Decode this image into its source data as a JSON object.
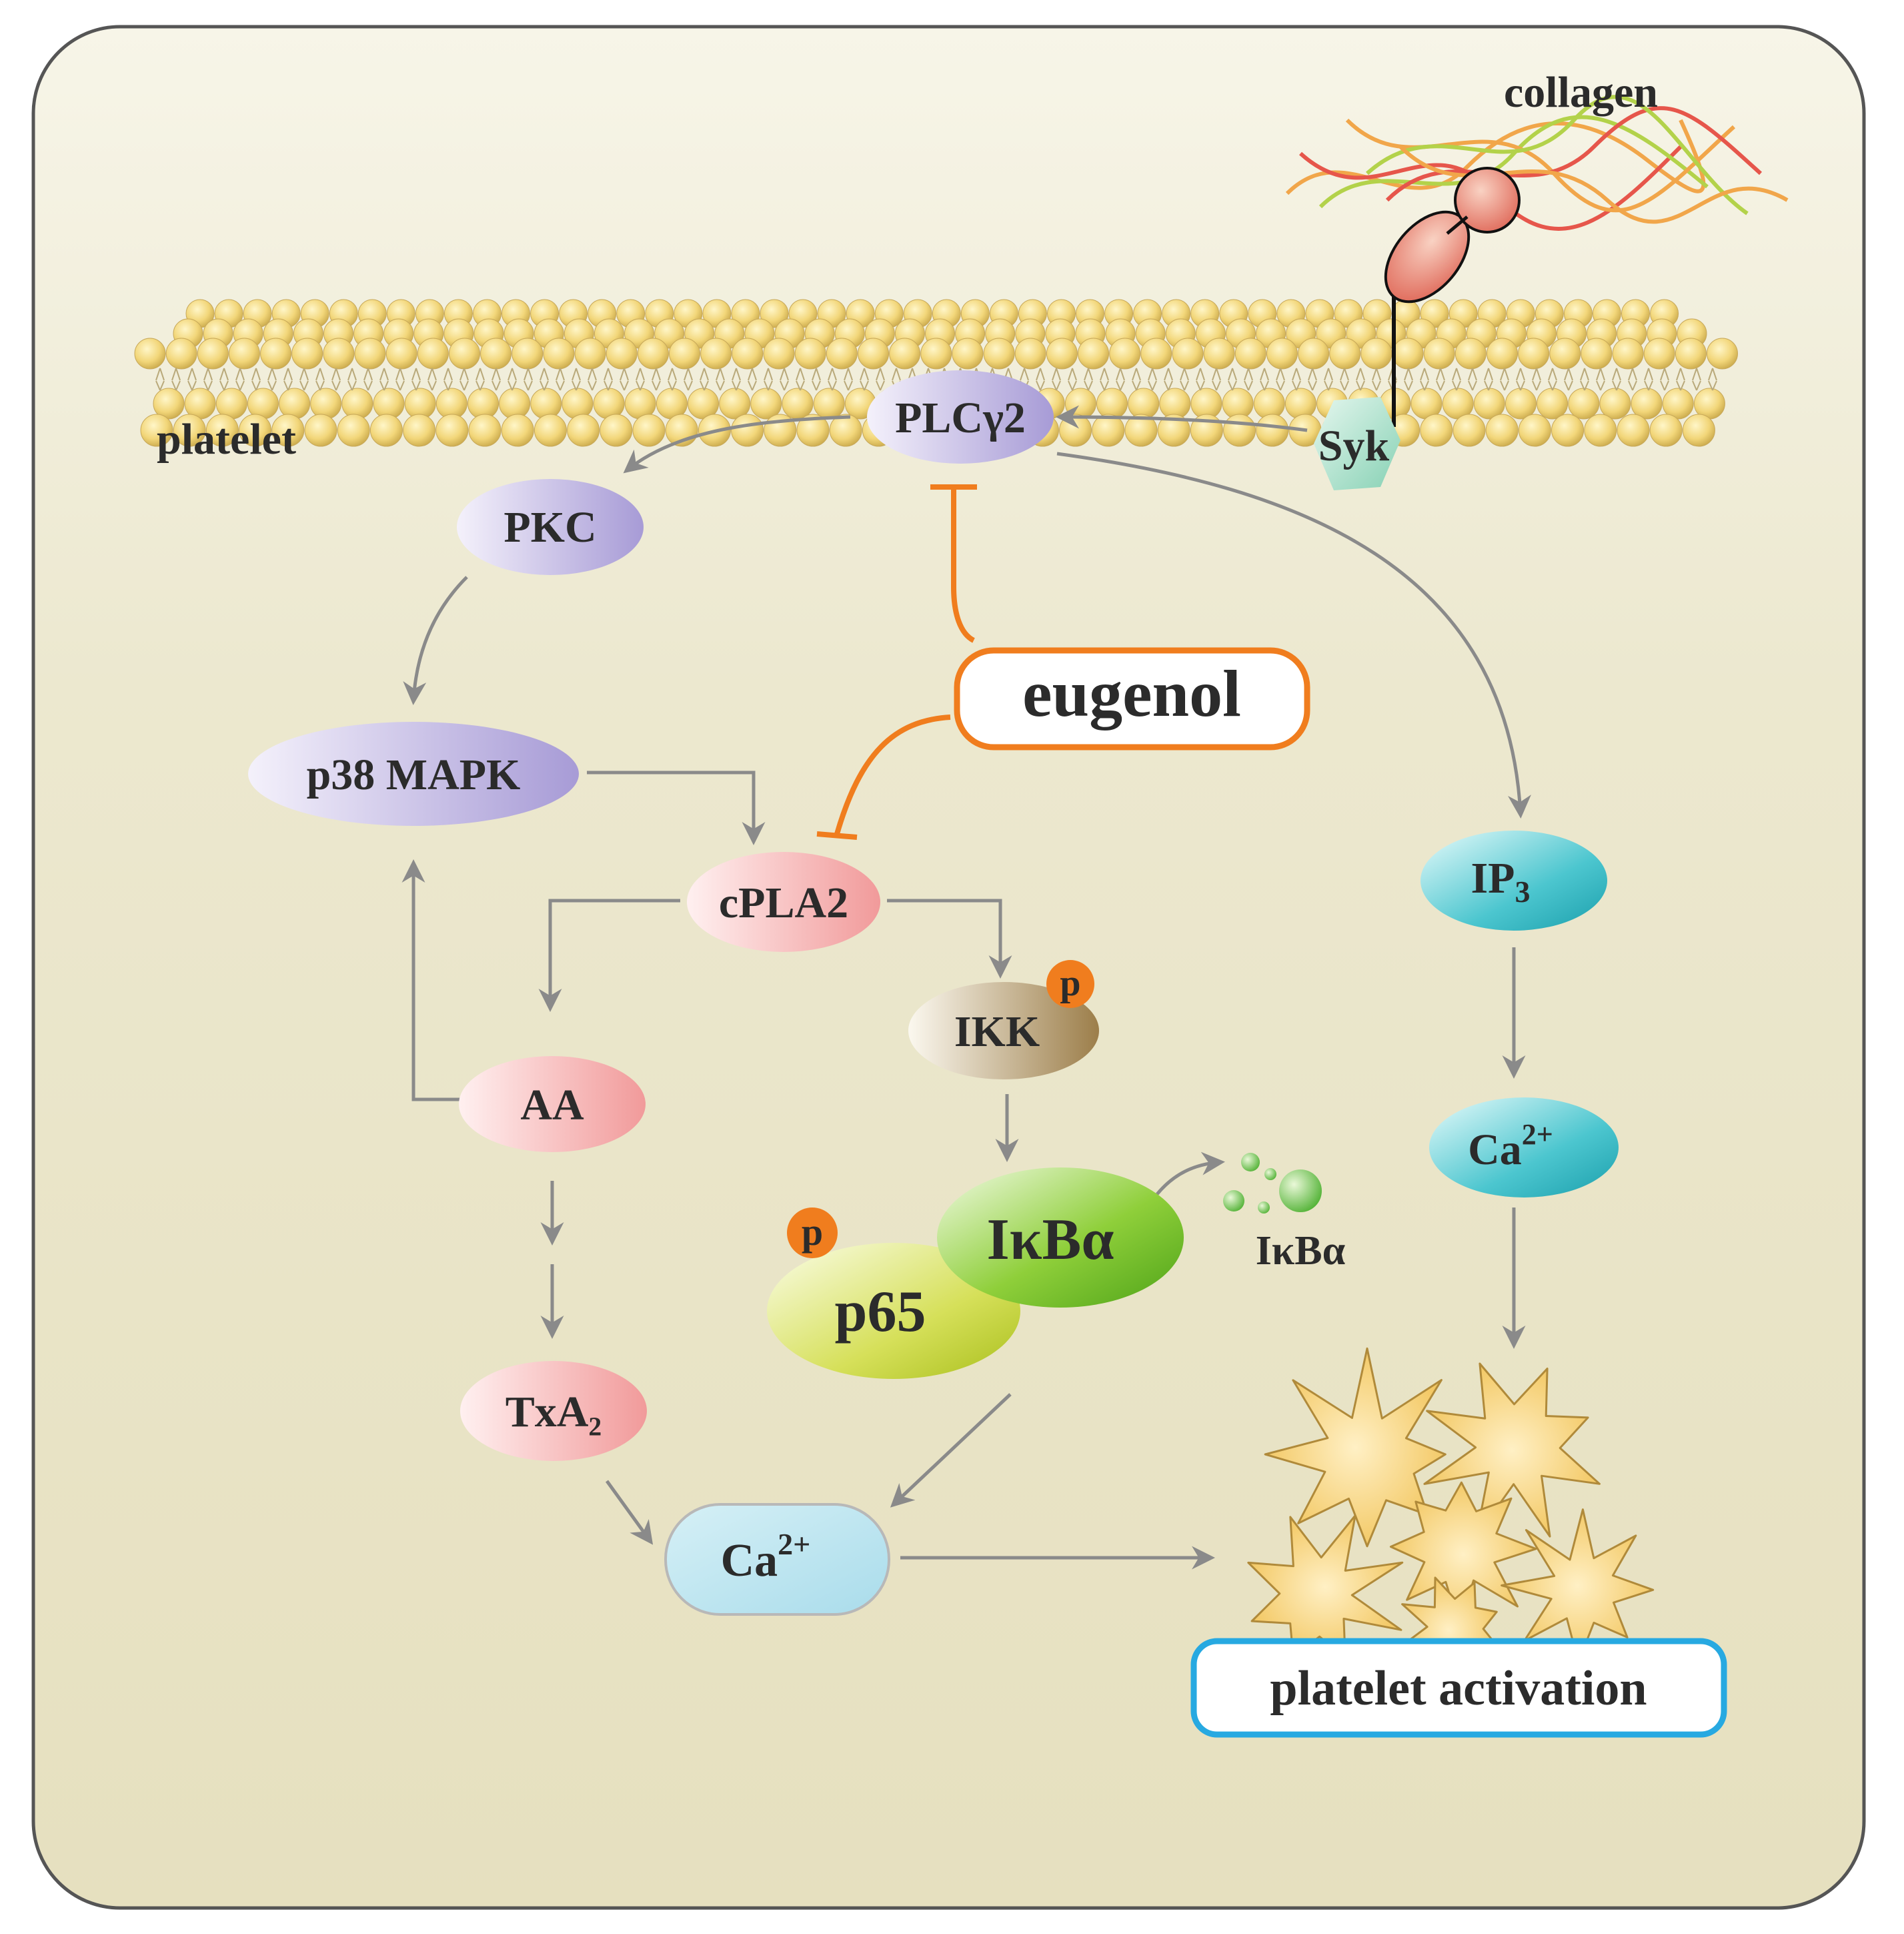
{
  "labels": {
    "collagen": "collagen",
    "platelet": "platelet",
    "plcg2": "PLCγ2",
    "syk": "Syk",
    "pkc": "PKC",
    "eugenol": "eugenol",
    "p38": "p38 MAPK",
    "ip3_base": "IP",
    "ip3_sub": "3",
    "cpla2": "cPLA2",
    "ikk": "IKK",
    "aa": "AA",
    "ikba": "IκBα",
    "ikba_free": "IκBα",
    "p65": "p65",
    "phospho": "p",
    "ca_base": "Ca",
    "ca_sup": "2+",
    "txa2": "TxA₂",
    "platelet_activation": "platelet activation"
  },
  "colors": {
    "inhibit": "#f07d1e",
    "arrow": "#8a8a8a",
    "activation_border": "#27a9e1",
    "background": "#e9e4c7",
    "phospho": "#f07d1e"
  }
}
